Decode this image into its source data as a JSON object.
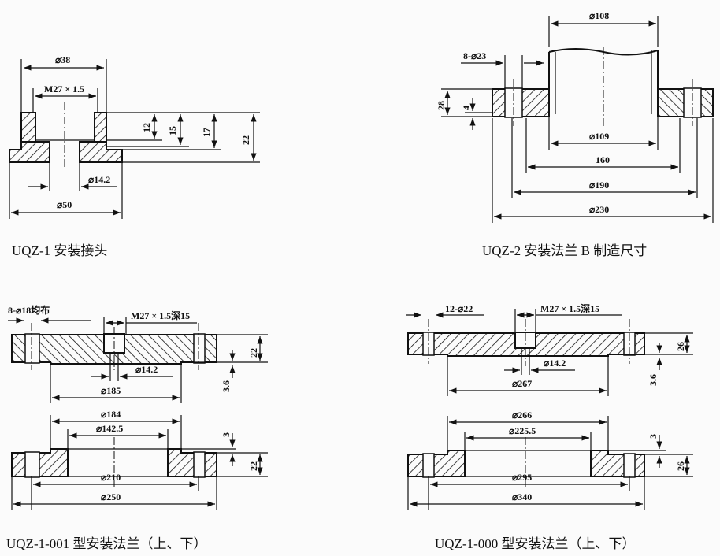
{
  "parts": [
    {
      "caption": "UQZ-1 安装接头",
      "dims": {
        "d38": "⌀38",
        "thread": "M27 × 1.5",
        "h12": "12",
        "h15": "15",
        "h17": "17",
        "h22": "22",
        "d14": "⌀14.2",
        "d50": "⌀50"
      }
    },
    {
      "caption": "UQZ-2 安装法兰 B 制造尺寸",
      "dims": {
        "d108": "⌀108",
        "holes": "8-⌀23",
        "h28": "28",
        "h4": "4",
        "d109": "⌀109",
        "d160": "160",
        "d190": "⌀190",
        "d230": "⌀230"
      }
    },
    {
      "caption": "UQZ-1-001 型安装法兰（上、下）",
      "dims": {
        "holes": "8-⌀18均布",
        "thread": "M27 × 1.5深15",
        "h22a": "22",
        "h36": "3.6",
        "d14": "⌀14.2",
        "d185": "⌀185",
        "d184": "⌀184",
        "d1425": "⌀142.5",
        "h3": "3",
        "h22b": "22",
        "d210": "⌀210",
        "d250": "⌀250"
      }
    },
    {
      "caption": "UQZ-1-000 型安装法兰（上、下）",
      "dims": {
        "holes": "12-⌀22",
        "thread": "M27 × 1.5深15",
        "h26a": "26",
        "h36": "3.6",
        "d14": "⌀14.2",
        "d267": "⌀267",
        "d266": "⌀266",
        "d2255": "⌀225.5",
        "h3": "3",
        "h26b": "26",
        "d295": "⌀295",
        "d340": "⌀340"
      }
    }
  ]
}
